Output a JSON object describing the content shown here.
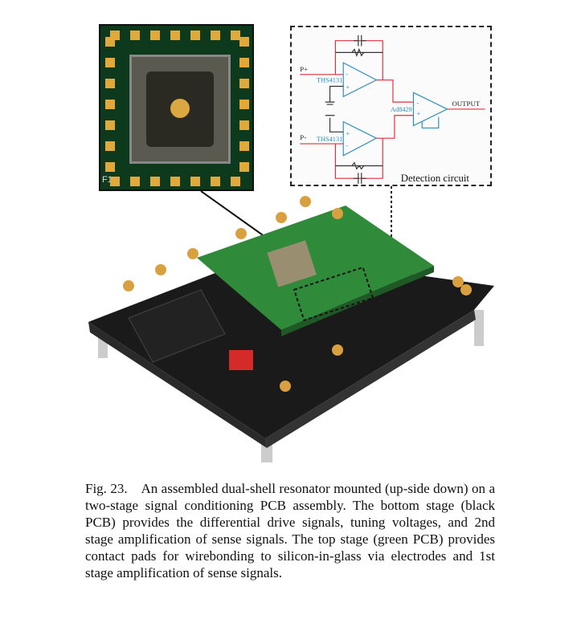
{
  "figure": {
    "chip_label": "F1",
    "circuit": {
      "title": "Detection circuit",
      "input_pos": "P+",
      "input_neg": "P-",
      "opamp_top": "THS4131",
      "opamp_bottom": "THS4131",
      "inamp": "Ad8429",
      "output": "OUTPUT",
      "wire_color": "#e0303a",
      "component_color": "#2a8fc0"
    }
  },
  "caption": {
    "label": "Fig. 23.",
    "text": "An assembled dual-shell resonator mounted (up-side down) on a two-stage signal conditioning PCB assembly. The bottom stage (black PCB) provides the differential drive signals, tuning voltages, and 2nd stage amplification of sense signals. The top stage (green PCB) provides contact pads for wirebonding to silicon-in-glass via electrodes and 1st stage amplification of sense signals."
  }
}
